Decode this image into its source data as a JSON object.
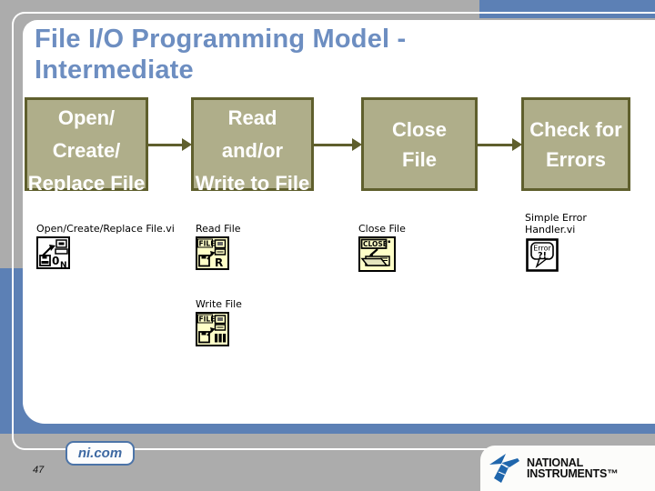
{
  "header": {
    "title_line1": "File I/O Programming Model -",
    "title_line2": "Intermediate"
  },
  "flow": {
    "boxes": [
      {
        "lines": [
          "Open/",
          "Create/",
          "Replace File"
        ]
      },
      {
        "lines": [
          "Read",
          "and/or",
          "Write to File"
        ]
      },
      {
        "lines": [
          "Close",
          "File"
        ]
      },
      {
        "lines": [
          "Check for",
          "Errors"
        ]
      }
    ]
  },
  "vi_items": {
    "open": {
      "label": "Open/Create/Replace File.vi"
    },
    "read": {
      "label": "Read File"
    },
    "write": {
      "label": "Write File"
    },
    "close": {
      "label": "Close File"
    },
    "error": {
      "label_line1": "Simple Error",
      "label_line2": "Handler.vi"
    }
  },
  "icon_glyphs": {
    "file_banner": "FILE",
    "read_letter": "R",
    "close_banner": "CLOSE",
    "error_word": "Error",
    "error_punct": "?!",
    "zero": "0",
    "n_suffix": "N"
  },
  "footer": {
    "site": "ni.com",
    "page": "47",
    "brand_line1": "NATIONAL",
    "brand_line2": "INSTRUMENTS™"
  },
  "colors": {
    "accent_blue": "#5C80B5",
    "title_blue": "#6D8EC1",
    "box_fill": "#AFAE8A",
    "box_border": "#5F5F2D",
    "background_gray": "#ACACAC",
    "icon_yellow": "#FFFFC8",
    "ni_logo_blue": "#1F66AC"
  }
}
